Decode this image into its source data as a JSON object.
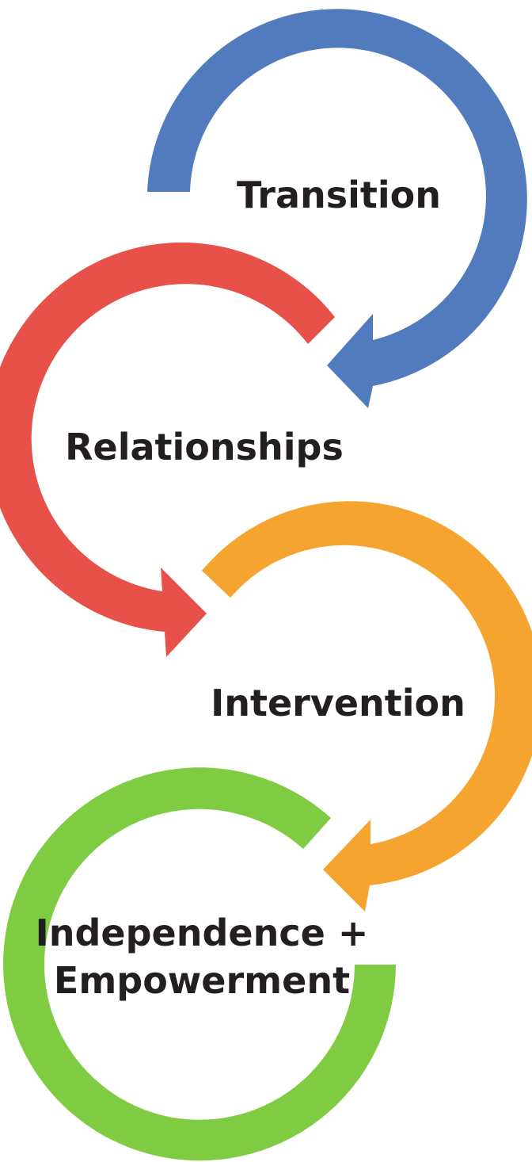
{
  "stages": [
    {
      "label": "Transition",
      "color": "#527bbd"
    },
    {
      "label": "Relationships",
      "color": "#e8504a"
    },
    {
      "label": "Intervention",
      "color": "#f4a42f"
    },
    {
      "label_line1": "Independence +",
      "label_line2": "Empowerment",
      "color": "#7fcc42"
    }
  ]
}
